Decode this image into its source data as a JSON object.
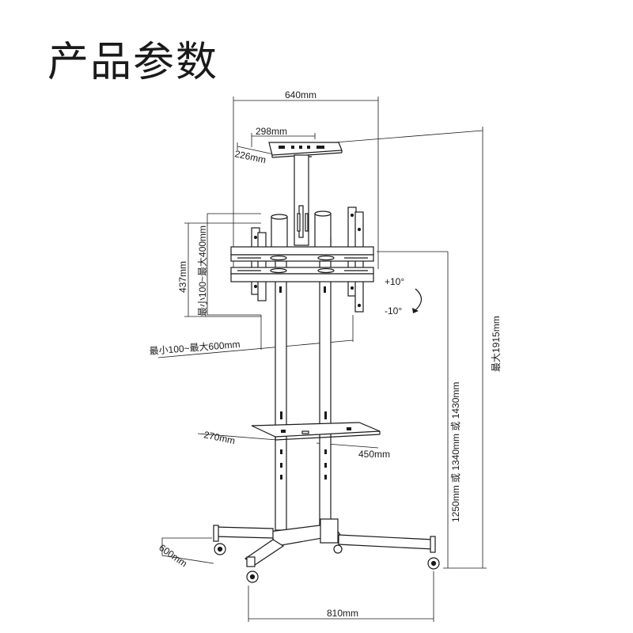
{
  "title": "产品参数",
  "labels": {
    "overall_width": "640mm",
    "tray_width": "298mm",
    "tray_depth": "226mm",
    "vesa_height": "437mm",
    "vesa_vertical_range": "最小100~最大400mm",
    "vesa_horizontal_range": "最小100~最大600mm",
    "tilt_up": "+10°",
    "tilt_down": "-10°",
    "total_height": "最大1915mm",
    "mount_height": "1250mm 或 1340mm 或 1430mm",
    "shelf_depth": "270mm",
    "shelf_width": "450mm",
    "base_depth": "600mm",
    "base_width": "810mm"
  },
  "colors": {
    "line": "#1a1a1a",
    "fill": "#ffffff"
  }
}
